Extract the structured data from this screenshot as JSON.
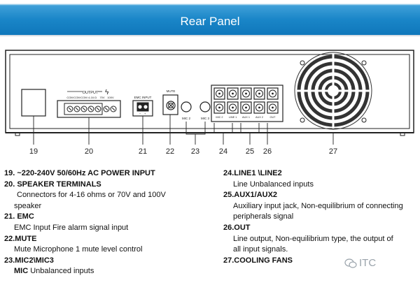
{
  "banner": {
    "title": "Rear Panel"
  },
  "panel_labels": {
    "output": "OUTPUT",
    "terminals": [
      "COM",
      "COM",
      "COM",
      "4-16 Ω",
      "70V",
      "100V"
    ],
    "emc_input": "EMC INPUT",
    "mute": "MUTE",
    "mic2": "MIC 2",
    "mic3": "MIC 3",
    "jacks": [
      "MIC 2",
      "LINE 1",
      "AUX 1",
      "AUX 2",
      "OUT"
    ]
  },
  "callouts": [
    "19",
    "20",
    "21",
    "22",
    "23",
    "24",
    "25",
    "26",
    "27"
  ],
  "left_column": [
    {
      "text": "19. ~220-240V 50/60Hz AC POWER INPUT",
      "style": "h"
    },
    {
      "text": "20. SPEAKER TERMINALS",
      "style": "h"
    },
    {
      "text": "Connectors for 4-16 ohms or 70V and 100V",
      "style": "ind"
    },
    {
      "text": "speaker",
      "style": "ind0"
    },
    {
      "text": "21. EMC",
      "style": "h"
    },
    {
      "text": "EMC Input Fire alarm signal input",
      "style": "ind0"
    },
    {
      "text": "22.MUTE",
      "style": "h"
    },
    {
      "text": "Mute Microphone 1 mute level control",
      "style": "ind0"
    },
    {
      "text": "23.MIC2\\MIC3",
      "style": "h"
    },
    {
      "text": "MIC Unbalanced inputs",
      "style": "ind0",
      "bold_prefix": "MIC"
    }
  ],
  "right_column": [
    {
      "text": "24.LINE1 \\LINE2",
      "style": "h"
    },
    {
      "text": "Line Unbalanced inputs",
      "style": "ind0"
    },
    {
      "text": "25.AUX1/AUX2",
      "style": "h"
    },
    {
      "text": "Auxiliary input jack, Non-equilibrium of connecting",
      "style": "ind0"
    },
    {
      "text": "peripherals signal",
      "style": "ind0"
    },
    {
      "text": "26.OUT",
      "style": "h"
    },
    {
      "text": "Line output, Non-equilibrium type, the output of",
      "style": "ind0"
    },
    {
      "text": "all input signals.",
      "style": "ind0"
    },
    {
      "text": "27.COOLING FANS",
      "style": "h"
    }
  ],
  "watermark": {
    "text": "ITC"
  }
}
